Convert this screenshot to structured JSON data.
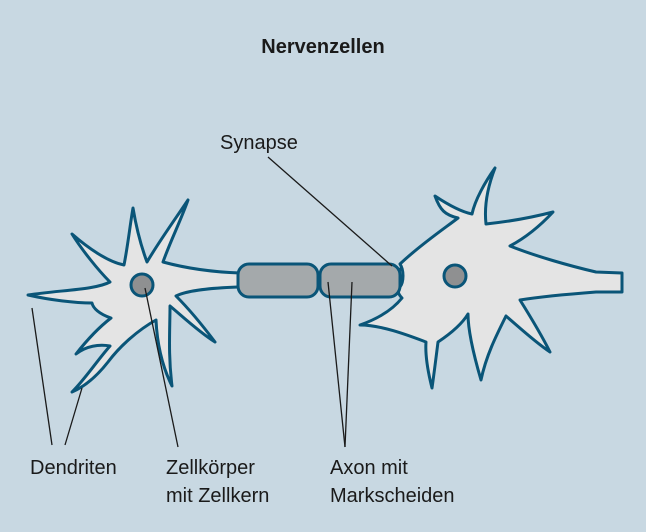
{
  "diagram": {
    "title": "Nervenzellen",
    "labels": {
      "synapse": "Synapse",
      "dendrites": "Dendriten",
      "cell_body_line1": "Zellkörper",
      "cell_body_line2": "mit Zellkern",
      "axon_line1": "Axon mit",
      "axon_line2": "Markscheiden"
    },
    "colors": {
      "background": "#c8d8e2",
      "cell_fill": "#e4e4e4",
      "outline": "#0a5578",
      "myelin_sheath": "#a4a9ab",
      "nucleus": "#8f9091"
    }
  }
}
